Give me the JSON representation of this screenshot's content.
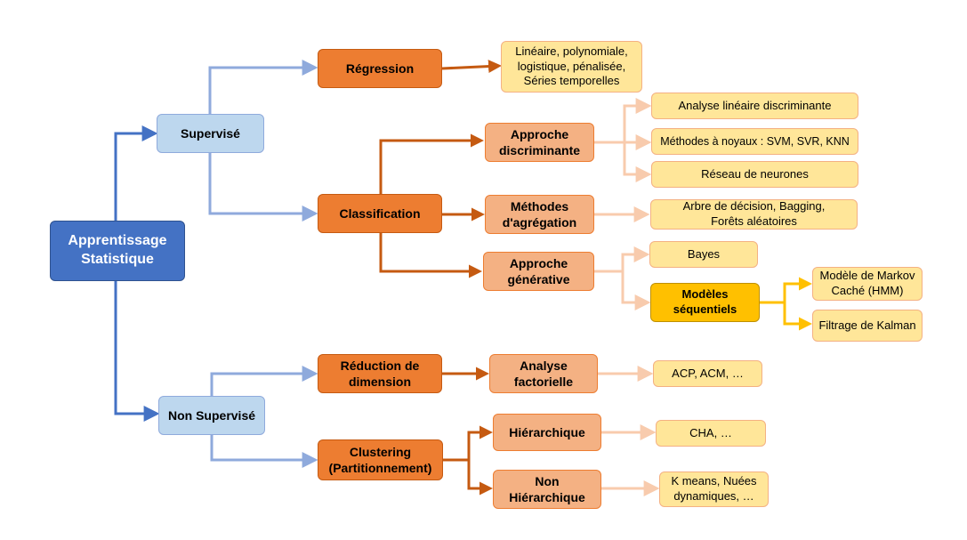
{
  "colors": {
    "root_fill": "#4472c4",
    "supervision_fill": "#bdd7ee",
    "method_fill": "#ed7d31",
    "approach_fill": "#f4b183",
    "leaf_fill": "#ffe699",
    "sequential_fill": "#ffc000",
    "root_connector": "#4472c4",
    "light_blue_connector": "#8faadc",
    "brown_connector": "#c55a11",
    "light_orange_connector": "#f8cbad",
    "gold_connector": "#ffc000"
  },
  "nodes": {
    "root": "Apprentissage\nStatistique",
    "supervise": "Supervisé",
    "non_supervise": "Non Supervisé",
    "regression": "Régression",
    "classification": "Classification",
    "reduction": "Réduction de\ndimension",
    "clustering": "Clustering\n(Partitionnement)",
    "regression_leaf": "Linéaire, polynomiale,\nlogistique, pénalisée,\nSéries temporelles",
    "approche_discriminante": "Approche\ndiscriminante",
    "methodes_agregation": "Méthodes\nd'agrégation",
    "approche_generative": "Approche\ngénérative",
    "analyse_lineaire": "Analyse linéaire discriminante",
    "methodes_noyaux": "Méthodes à noyaux : SVM, SVR, KNN",
    "reseau_neurones": "Réseau de neurones",
    "arbre_decision": "Arbre de décision, Bagging,\nForêts aléatoires",
    "bayes": "Bayes",
    "modeles_sequentiels": "Modèles\nséquentiels",
    "markov": "Modèle de Markov\nCaché (HMM)",
    "kalman": "Filtrage de Kalman",
    "analyse_factorielle": "Analyse\nfactorielle",
    "acp": "ACP, ACM, …",
    "hierarchique": "Hiérarchique",
    "non_hierarchique": "Non\nHiérarchique",
    "cha": "CHA, …",
    "kmeans": "K means, Nuées\ndynamiques, …"
  }
}
